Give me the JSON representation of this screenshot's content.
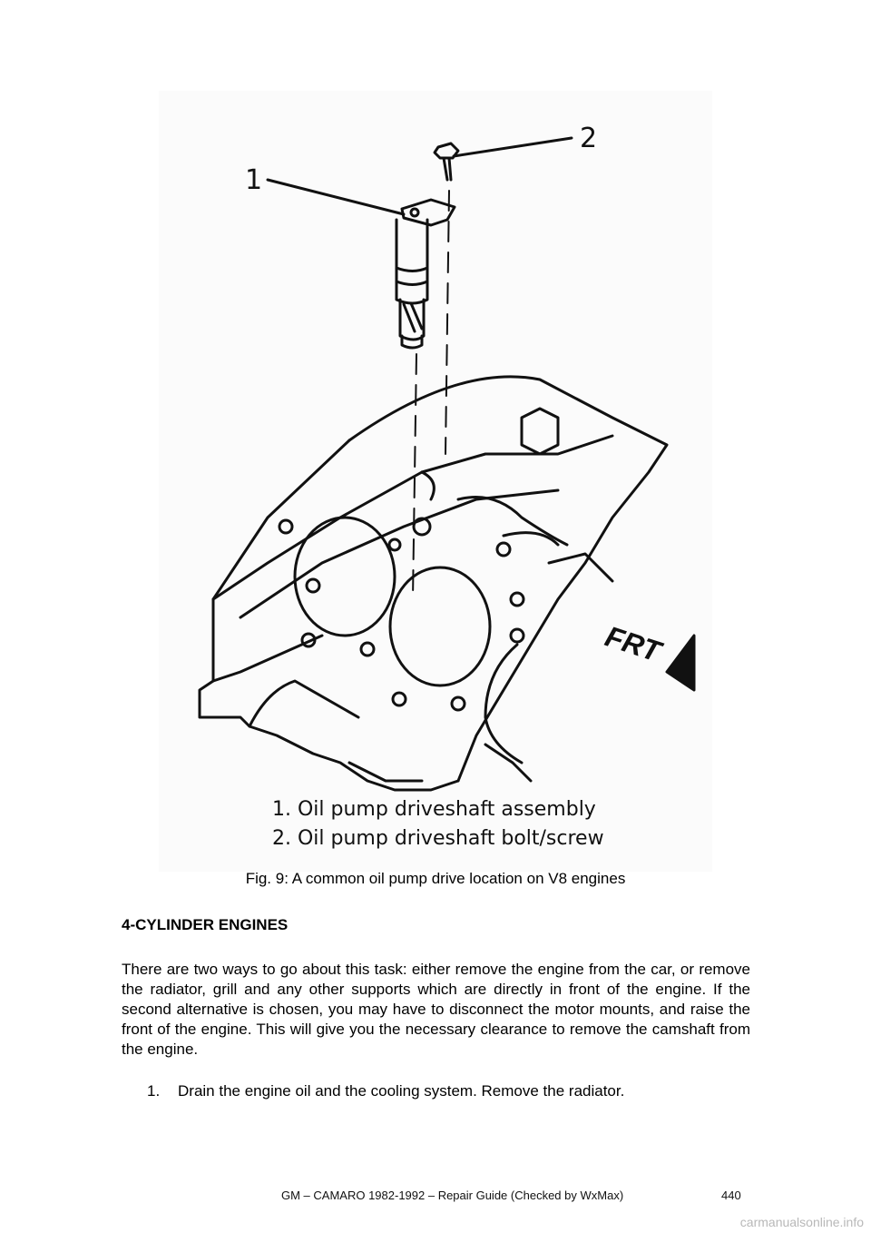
{
  "figure": {
    "callout_1": "1",
    "callout_2": "2",
    "direction_label": "FRT",
    "legend_1": "1. Oil pump driveshaft assembly",
    "legend_2": "2. Oil pump driveshaft bolt/screw"
  },
  "caption": "Fig. 9: A common oil pump drive location on V8 engines",
  "section_heading": "4-CYLINDER ENGINES",
  "paragraph": "There are two ways to go about this task: either remove the engine from the car, or remove the radiator, grill and any other supports which are directly in front of the engine. If the second alternative is chosen, you may have to disconnect the motor mounts, and raise the front of the engine. This will give you the necessary clearance to remove the camshaft from the engine.",
  "steps": [
    {
      "number": "1.",
      "text": "Drain the engine oil and the cooling system. Remove the radiator."
    }
  ],
  "footer": {
    "title": "GM – CAMARO 1982-1992 – Repair Guide (Checked by WxMax)",
    "page_number": "440"
  },
  "watermark": "carmanualsonline.info"
}
